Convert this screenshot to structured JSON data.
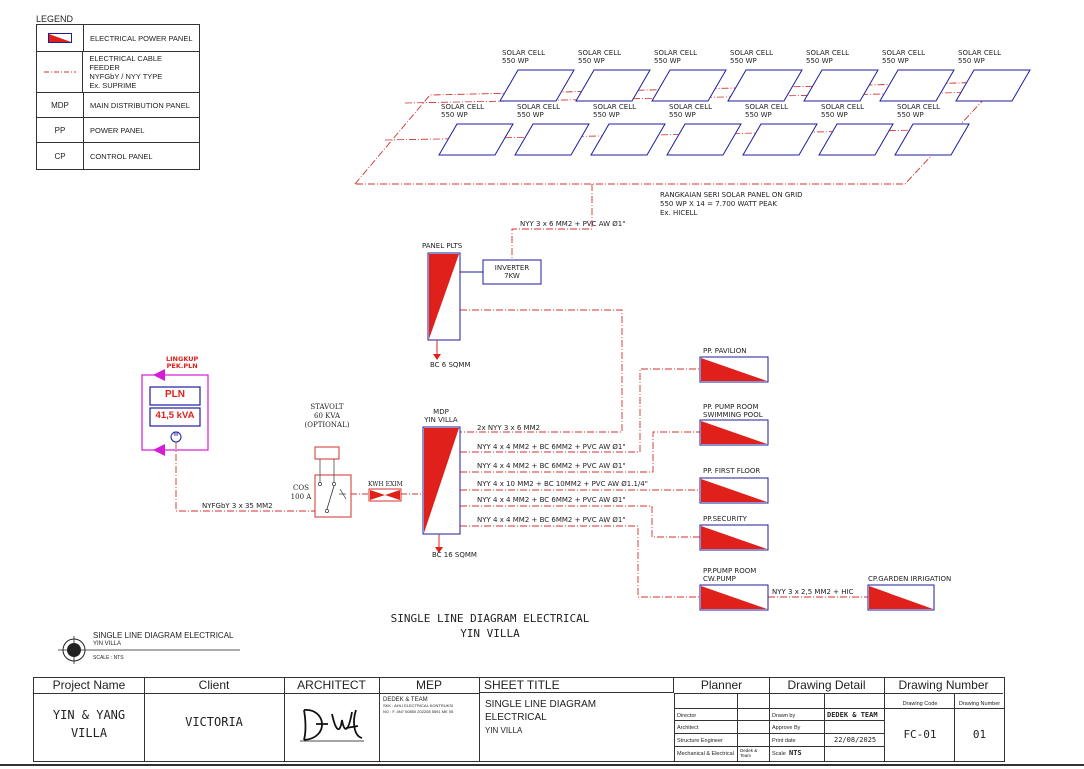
{
  "legend": {
    "title": "LEGEND",
    "items": [
      {
        "symbol": "",
        "label": "ELECTRICAL POWER PANEL"
      },
      {
        "symbol": "",
        "label": "ELECTRICAL CABLE FEEDER\nNYFGbY / NYY TYPE\nEx. SUPRIME"
      },
      {
        "symbol": "MDP",
        "label": "MAIN DISTRIBUTION PANEL"
      },
      {
        "symbol": "PP",
        "label": "POWER PANEL"
      },
      {
        "symbol": "CP",
        "label": "CONTROL PANEL"
      }
    ]
  },
  "solar": {
    "cell_label": "SOLAR CELL",
    "cell_rating": "550 WP",
    "note_line1": "RANGKAIAN SERI SOLAR PANEL ON GRID",
    "note_line2": "550 WP X 14 = 7.700 WATT PEAK",
    "note_line3": "Ex. HICELL"
  },
  "plts": {
    "panel_label": "PANEL PLTS",
    "inverter_line1": "INVERTER",
    "inverter_line2": "7KW",
    "cable": "NYY 3 x 6 MM2 + PVC AW Ø1\"",
    "ground": "BC 6 SQMM"
  },
  "pln": {
    "scope_line1": "LINGKUP",
    "scope_line2": "PEK.PLN",
    "label": "PLN",
    "capacity": "41,5 kVA",
    "meter": "M",
    "feeder": "NYFGbY 3 x 35 MM2"
  },
  "stavolt": {
    "line1": "STAVOLT",
    "line2": "60 KVA",
    "line3": "(OPTIONAL)",
    "cos_line1": "COS",
    "cos_line2": "100 A",
    "kwh": "KWH EXIM"
  },
  "mdp": {
    "line1": "MDP",
    "line2": "YIN VILLA",
    "incoming": "2x NYY 3 x 6 MM2",
    "ground": "BC 16 SQMM"
  },
  "feeders": [
    {
      "cable": "NYY 4 x 4 MM2 + BC 6MM2 + PVC AW Ø1\"",
      "panel": "PP. PAVILION"
    },
    {
      "cable": "NYY 4 x 4 MM2 + BC 6MM2 + PVC AW Ø1\"",
      "panel": "PP. PUMP ROOM\nSWIMMING POOL"
    },
    {
      "cable": "NYY 4 x 10 MM2 + BC 10MM2 + PVC AW Ø1.1/4\"",
      "panel": "PP. FIRST FLOOR"
    },
    {
      "cable": "NYY 4 x 4 MM2 + BC 6MM2 + PVC AW Ø1\"",
      "panel": "PP.SECURITY"
    },
    {
      "cable": "NYY 4 x 4 MM2 + BC 6MM2 + PVC AW Ø1\"",
      "panel": "PP.PUMP ROOM\nCW.PUMP"
    }
  ],
  "garden": {
    "cable": "NYY 3 x 2,5 MM2 + HIC",
    "panel": "CP.GARDEN IRRIGATION"
  },
  "diagram_title": {
    "line1": "SINGLE LINE DIAGRAM ELECTRICAL",
    "line2": "YIN VILLA"
  },
  "view_tag": {
    "title": "SINGLE LINE DIAGRAM ELECTRICAL",
    "sub": "YIN VILLA",
    "scale": "SCALE : NTS"
  },
  "title_block": {
    "project_name_h": "Project Name",
    "project_name": "YIN & YANG\nVILLA",
    "client_h": "Client",
    "client": "VICTORIA",
    "architect_h": "ARCHITECT",
    "mep_h": "MEP",
    "mep_name": "DEDEK & TEAM",
    "mep_l2": "SKK : AHLI ELECTRICAL KONTRUKSI",
    "mep_l3": "NO : F. 4N7 00850 202208 5591 ME 05",
    "sheet_h": "SHEET TITLE",
    "sheet_l1": "SINGLE LINE DIAGRAM",
    "sheet_l2": "ELECTRICAL",
    "sheet_l3": "YIN VILLA",
    "planner_h": "Planner",
    "planner_rows": [
      "Director",
      "Architect",
      "Structure Engineer",
      "Mechanical & Electrical"
    ],
    "planner_me_name": "Dedek & Team",
    "detail_h": "Drawing Detail",
    "drawn_by_l": "Drawn by",
    "drawn_by": "DEDEK & TEAM",
    "approve_by_l": "Approve By",
    "print_date_l": "Print date",
    "print_date": "22/08/2025",
    "scale_l": "Scale",
    "scale": "NTS",
    "number_h": "Drawing Number",
    "code_l": "Drawing Code",
    "code": "FC-01",
    "num_l": "Drawing Number",
    "num": "01"
  },
  "colors": {
    "line": "#1d1d9e",
    "red": "#e0201a",
    "cable": "#d0322c",
    "magenta": "#d61ad6"
  }
}
